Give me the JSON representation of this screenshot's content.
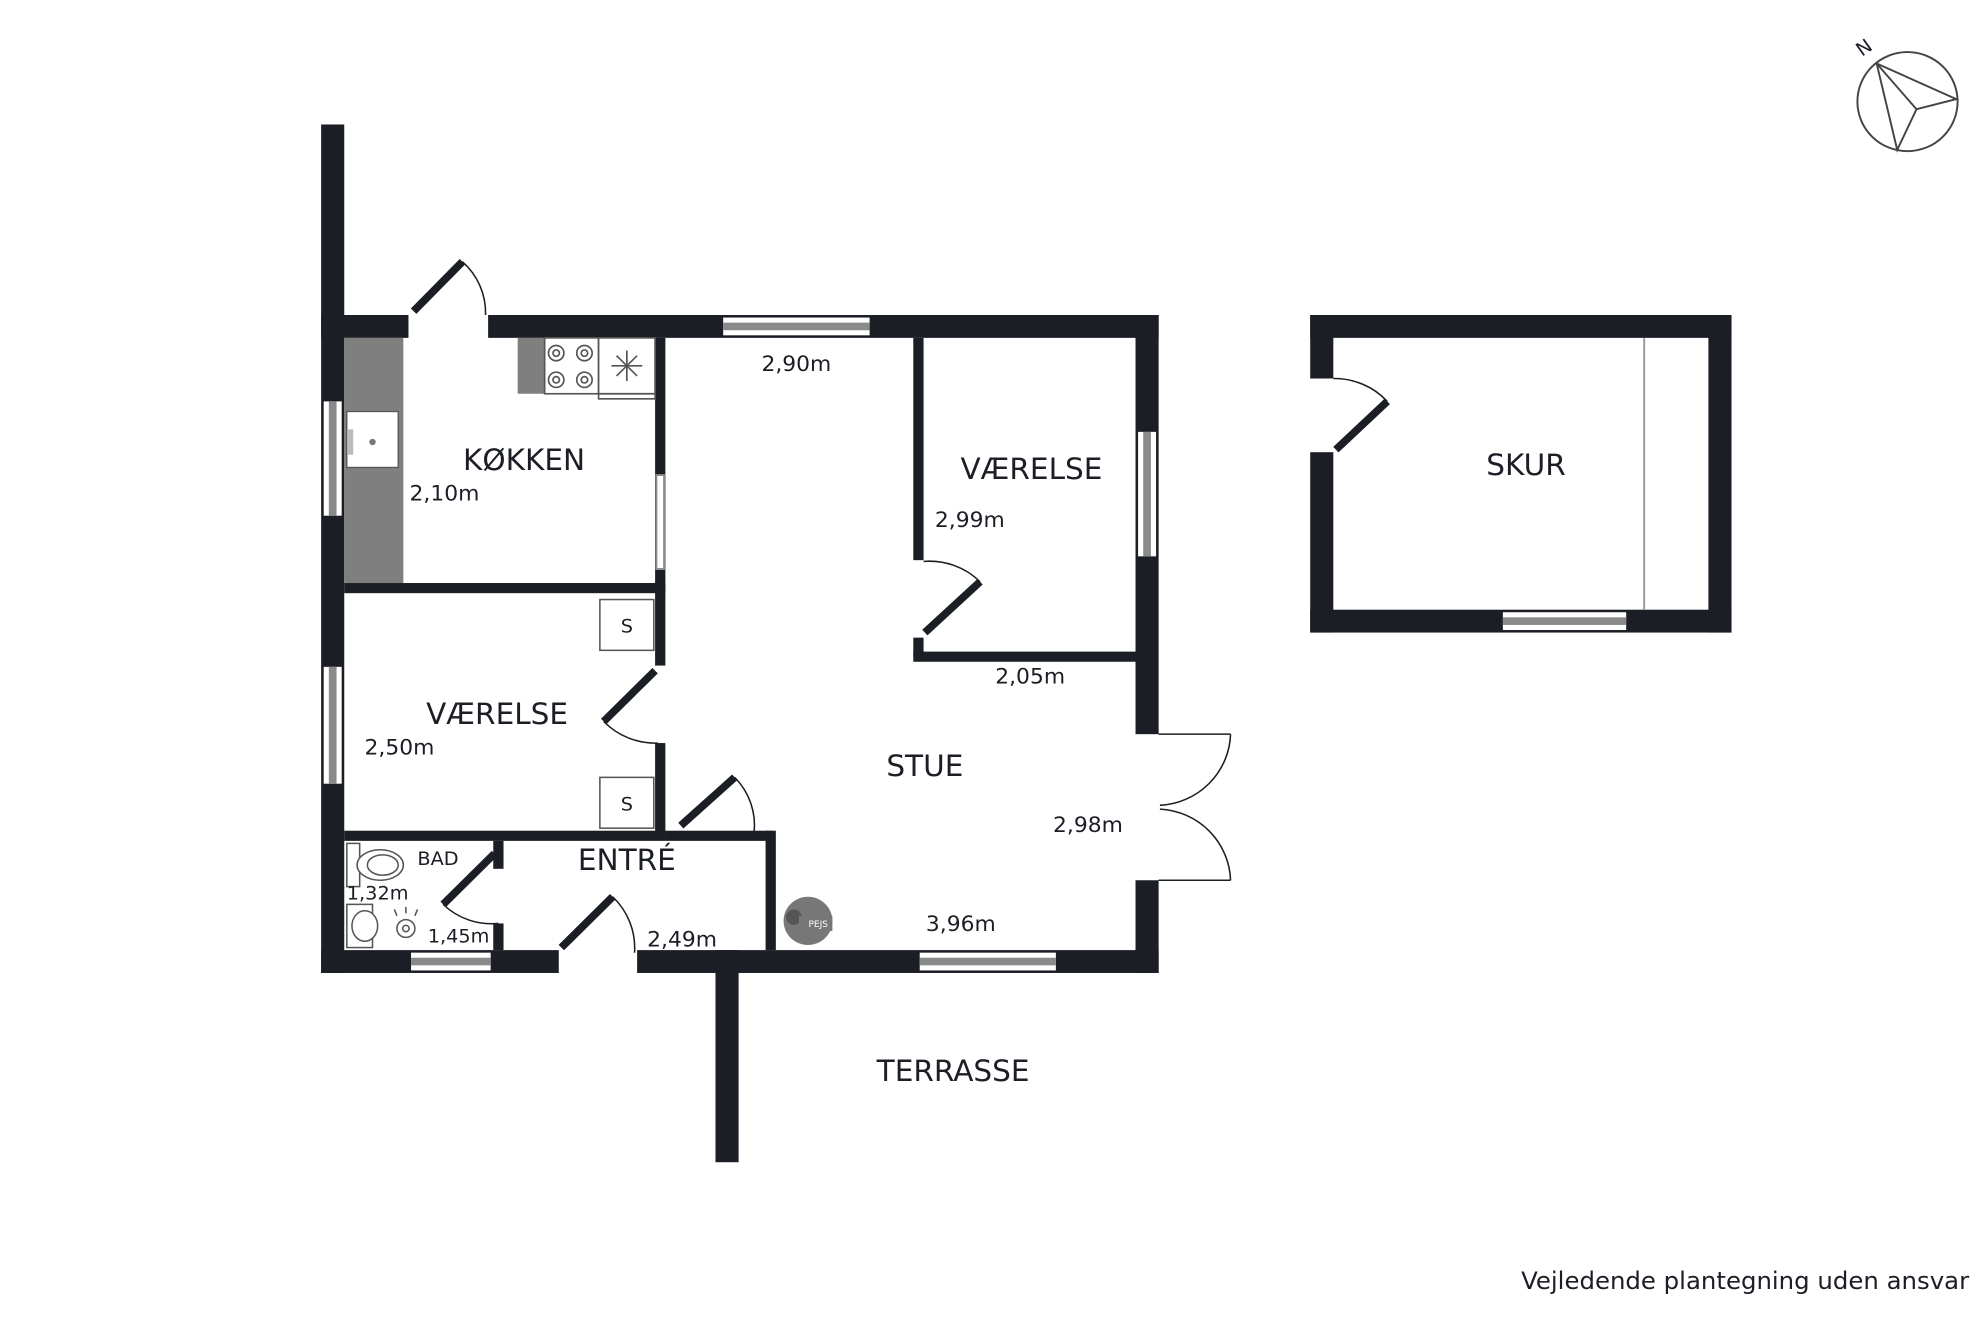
{
  "rooms": {
    "kitchen": "KØKKEN",
    "bedroom_1": "VÆRELSE",
    "bedroom_2": "VÆRELSE",
    "living": "STUE",
    "entrance": "ENTRÉ",
    "bathroom": "BAD",
    "shed": "SKUR",
    "terrace": "TERRASSE"
  },
  "dimensions": {
    "kitchen_width": "2,90m",
    "kitchen_depth": "2,10m",
    "bedroom_1_depth": "2,99m",
    "bedroom_1_width": "2,05m",
    "bedroom_2_depth": "2,50m",
    "living_depth": "2,98m",
    "living_width": "3,96m",
    "entrance_width": "2,49m",
    "bath_depth": "1,32m",
    "bath_width": "1,45m"
  },
  "closet_marks": [
    "S",
    "S"
  ],
  "fireplace_label": "PEJS",
  "compass_label": "N",
  "disclaimer": "Vejledende plantegning uden ansvar",
  "colors": {
    "wall": "#1c1e26",
    "window": "#8a8a8a",
    "counter": "#7f7f7f",
    "background": "#ffffff"
  }
}
